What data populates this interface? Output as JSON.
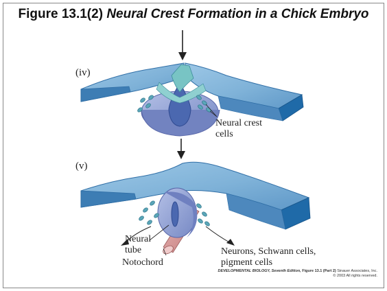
{
  "figure": {
    "number": "Figure 13.1(2)",
    "title": "Neural Crest Formation in a Chick Embryo"
  },
  "stages": {
    "iv": {
      "label": "(iv)",
      "annotation": [
        "Neural crest",
        "cells"
      ]
    },
    "v": {
      "label": "(v)",
      "neural_tube": [
        "Neural",
        "tube"
      ],
      "notochord": "Notochord",
      "derivatives": [
        "Neurons, Schwann cells,",
        "pigment cells"
      ]
    }
  },
  "credit": {
    "book": "DEVELOPMENTAL BIOLOGY, Seventh Edition,",
    "figure_ref": "Figure 13.1 (Part 2)",
    "publisher": "Sinauer Associates, Inc.",
    "copyright": "© 2003 All rights reserved."
  },
  "colors": {
    "ectoderm": "#7fb2d8",
    "ectoderm_dark": "#3d7db4",
    "ectoderm_edge": "#1f6aa8",
    "neural_tube": "#8e9fd4",
    "neural_lumen": "#4060a8",
    "crest_cells": "#5aa6b8",
    "neural_plate": "#78c4c4",
    "notochord": "#d99a9a"
  }
}
